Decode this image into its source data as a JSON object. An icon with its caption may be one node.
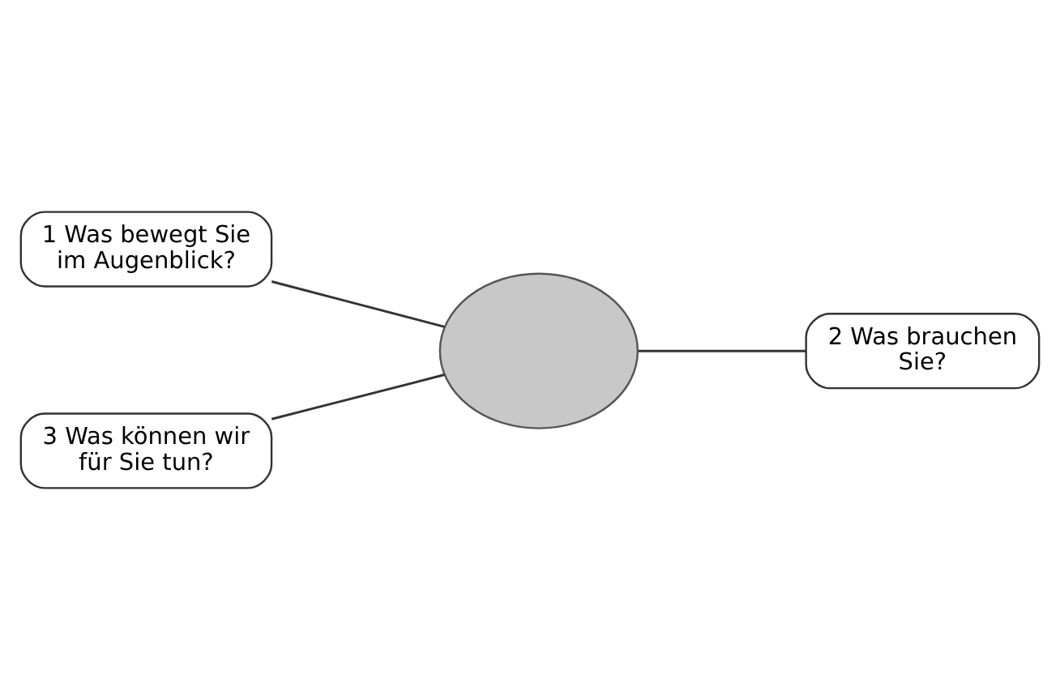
{
  "diagram": {
    "nodes": [
      {
        "text": [
          "1 Was bewegt Sie im Augenblick?"
        ]
      },
      {
        "text": [],
        "shape": "ellipse"
      },
      {
        "text": [
          "2 Was brauchen Sie?"
        ]
      },
      {
        "text": [
          "3 Was können wir für Sie tun?"
        ]
      }
    ],
    "edges": [
      {
        "from": 0,
        "to": 1,
        "arrow": "none"
      },
      {
        "from": 3,
        "to": 1,
        "arrow": "none"
      },
      {
        "from": 1,
        "to": 2,
        "arrow": "none"
      }
    ]
  }
}
